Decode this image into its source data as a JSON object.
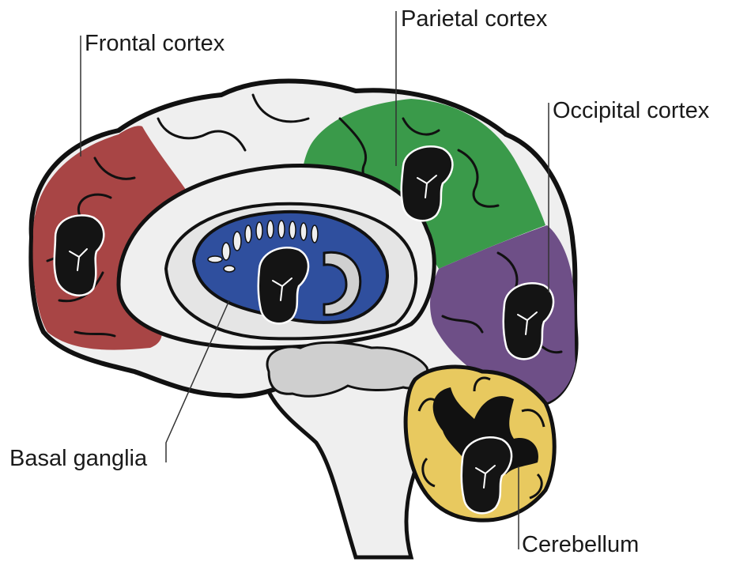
{
  "labels": {
    "frontal": "Frontal cortex",
    "parietal": "Parietal cortex",
    "occipital": "Occipital cortex",
    "basal": "Basal ganglia",
    "cerebellum": "Cerebellum"
  },
  "colors": {
    "frontal": "#a84545",
    "parietal": "#3a9a4a",
    "occipital": "#6e4f87",
    "basal_ganglia": "#2f4f9e",
    "cerebellum": "#e8c95f",
    "brain_fill": "#efefef",
    "inner_gray": "#cfcfcf",
    "outline": "#111111",
    "spot": "#141414"
  },
  "icons": {
    "spot": "black-kidney-spot-icon"
  }
}
